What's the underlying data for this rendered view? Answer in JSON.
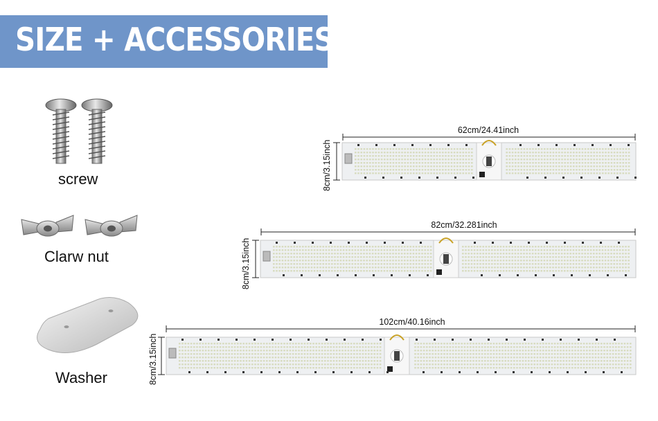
{
  "title": "SIZE + ACCESSORIES",
  "accessories": {
    "screw": {
      "label": "screw",
      "icon": "screw-icon"
    },
    "nut": {
      "label": "Clarw nut",
      "icon": "wing-nut-icon"
    },
    "washer": {
      "label": "Washer",
      "icon": "washer-icon"
    }
  },
  "boards": [
    {
      "width_label": "62cm/24.41inch",
      "height_label": "8cm/3.15inch"
    },
    {
      "width_label": "82cm/32.281inch",
      "height_label": "8cm/3.15inch"
    },
    {
      "width_label": "102cm/40.16inch",
      "height_label": "8cm/3.15inch"
    }
  ],
  "colors": {
    "banner": "#6f95c9",
    "banner_text": "#ffffff",
    "board": "#eef0f2",
    "led": "#d8dcc0"
  }
}
